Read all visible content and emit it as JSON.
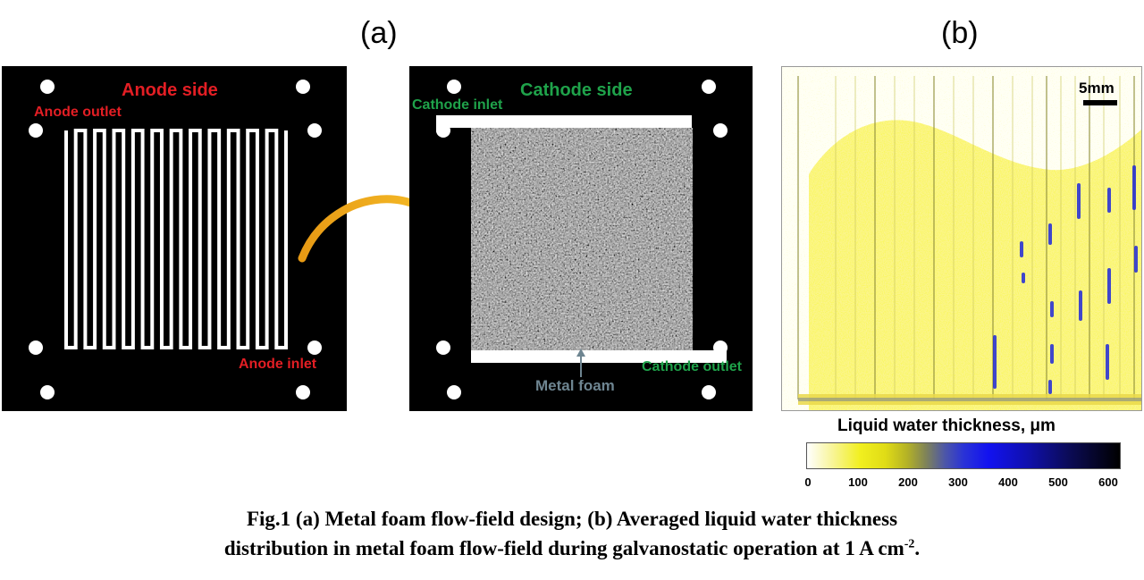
{
  "figure": {
    "panel_a_label": "(a)",
    "panel_b_label": "(b)"
  },
  "anode_plate": {
    "title": "Anode side",
    "outlet_label": "Anode outlet",
    "inlet_label": "Anode inlet",
    "serpentine_turns": 12
  },
  "cathode_plate": {
    "title": "Cathode side",
    "inlet_label": "Cathode inlet",
    "outlet_label": "Cathode outlet",
    "foam_label": "Metal foam"
  },
  "thickness_map": {
    "scale_bar_label": "5mm"
  },
  "colorbar": {
    "title": "Liquid water thickness, μm",
    "ticks": [
      "0",
      "100",
      "200",
      "300",
      "400",
      "500",
      "600"
    ],
    "range": [
      0,
      600
    ]
  },
  "caption": {
    "line1": "Fig.1 (a) Metal foam flow-field design; (b) Averaged liquid water thickness",
    "line2_prefix": "distribution in metal foam flow-field during galvanostatic operation at 1 A cm",
    "line2_sup": "-2",
    "line2_suffix": "."
  },
  "colors": {
    "anode": "#e31e24",
    "cathode": "#1fa24a",
    "foam_label": "#6e8591",
    "arrow": "#f3b01c",
    "water_low": "#f1ef1f",
    "water_high": "#1212f0"
  }
}
